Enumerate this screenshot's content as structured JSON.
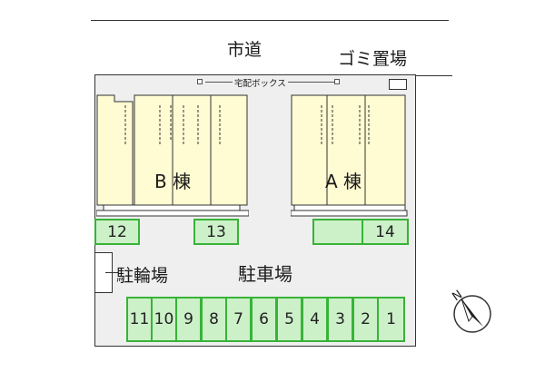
{
  "road": {
    "name": "市道"
  },
  "garbage": {
    "label": "ゴミ置場"
  },
  "delivery_box": {
    "label": "宅配ボックス"
  },
  "buildings": [
    {
      "id": "B",
      "label": "B 棟"
    },
    {
      "id": "A",
      "label": "A 棟"
    }
  ],
  "parking_area": {
    "label": "駐車場"
  },
  "bicycle_parking": {
    "label": "駐輪場"
  },
  "stalls": [
    {
      "number": "11"
    },
    {
      "number": "10"
    },
    {
      "number": "9"
    },
    {
      "number": "8"
    },
    {
      "number": "7"
    },
    {
      "number": "6"
    },
    {
      "number": "5"
    },
    {
      "number": "4"
    },
    {
      "number": "3"
    },
    {
      "number": "2"
    },
    {
      "number": "1"
    }
  ],
  "front_stalls": [
    {
      "number": "12"
    },
    {
      "number": "13"
    },
    {
      "number": ""
    },
    {
      "number": "14"
    }
  ],
  "compass": {
    "north_label": "N"
  },
  "colors": {
    "stall_fill": "#ccf0c8",
    "stall_border": "#38b338",
    "building_fill": "#fffbd2",
    "lot_fill": "#efefef"
  }
}
